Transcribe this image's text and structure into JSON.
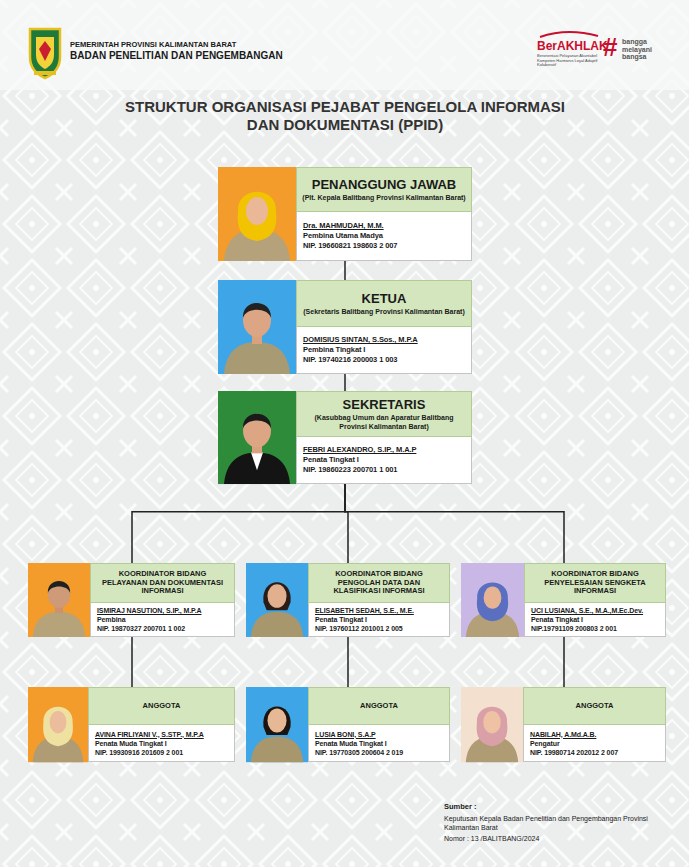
{
  "diagram": {
    "title": "STRUKTUR ORGANISASI PEJABAT PENGELOLA INFORMASI DAN DOKUMENTASI (PPID)",
    "nodes": [
      {
        "text": [
          "PENANGGUNG JAWAB",
          "(Plt. Kepala Balitbang Provinsi Kalimantan Barat)",
          "Dra. MAHMUDAH, M.M.",
          "Pembina Utama Madya",
          "NIP. 19660821 198603 2 007"
        ]
      },
      {
        "text": [
          "KETUA",
          "(Sekretaris Balitbang Provinsi Kalimantan Barat)",
          "DOMISIUS SINTAN, S.Sos., M.P.A",
          "Pembina Tingkat I",
          "NIP. 19740216 200003 1 003"
        ]
      },
      {
        "text": [
          "SEKRETARIS",
          "(Kasubbag Umum dan Aparatur Balitbang Provinsi Kalimantan Barat)",
          "FEBRI ALEXANDRO, S.IP., M.A.P",
          "Penata Tingkat I",
          "NIP. 19860223 200701 1 001"
        ]
      },
      {
        "text": [
          "KOORDINATOR BIDANG PELAYANAN DAN DOKUMENTASI INFORMASI",
          "ISMIRAJ NASUTION, S.IP., M.P.A",
          "Pembina",
          "NIP. 19870327 200701 1 002"
        ]
      },
      {
        "text": [
          "KOORDINATOR BIDANG PENGOLAH DATA DAN KLASIFIKASI INFORMASI",
          "ELISABETH SEDAH, S.E., M.E.",
          "Penata Tingkat I",
          "NIP. 19760112 201001 2 005"
        ]
      },
      {
        "text": [
          "KOORDINATOR BIDANG PENYELESAIAN SENGKETA INFORMASI",
          "UCI LUSIANA, S.E., M.A.,M.Ec.Dev.",
          "Penata Tingkat I",
          "NIP.19791109 200803 2 001"
        ]
      },
      {
        "text": [
          "ANGGOTA",
          "AVINA FIRLIYANI V., S.STP., M.P.A",
          "Penata Muda Tingkat I",
          "NIP. 19930916 201609 2 001"
        ]
      },
      {
        "text": [
          "ANGGOTA",
          "LUSIA BONI, S.A.P",
          "Penata Muda Tingkat I",
          "NIP. 19770305 200604 2 019"
        ]
      },
      {
        "text": [
          "ANGGOTA",
          "NABILAH, A.Md.A.B.",
          "Pengatur",
          "NIP. 19980714 202012 2 007"
        ]
      }
    ],
    "edges": [
      {
        "from": 0,
        "to": 1,
        "arrow": "none"
      },
      {
        "from": 1,
        "to": 2,
        "arrow": "none"
      },
      {
        "from": 2,
        "to": 3,
        "arrow": "none"
      },
      {
        "from": 2,
        "to": 4,
        "arrow": "none"
      },
      {
        "from": 2,
        "to": 5,
        "arrow": "none"
      },
      {
        "from": 3,
        "to": 6,
        "arrow": "none"
      },
      {
        "from": 4,
        "to": 7,
        "arrow": "none"
      },
      {
        "from": 5,
        "to": 8,
        "arrow": "none"
      }
    ],
    "labels": [
      "PEMERINTAH PROVINSI KALIMANTAN BARAT",
      "BADAN PENELITIAN DAN PENGEMBANGAN",
      "BerAKHLAK",
      "Berorientasi Pelayanan Akuntabel Kompeten Harmonis Loyal Adaptif Kolaboratif",
      "#",
      "bangga melayani bangsa",
      "Sumber :",
      "Keputusan Kepala Badan Penelitian dan Pengembangan Provinsi Kalimantan Barat",
      "Nomor : 13 /BALITBANG/2024"
    ]
  }
}
